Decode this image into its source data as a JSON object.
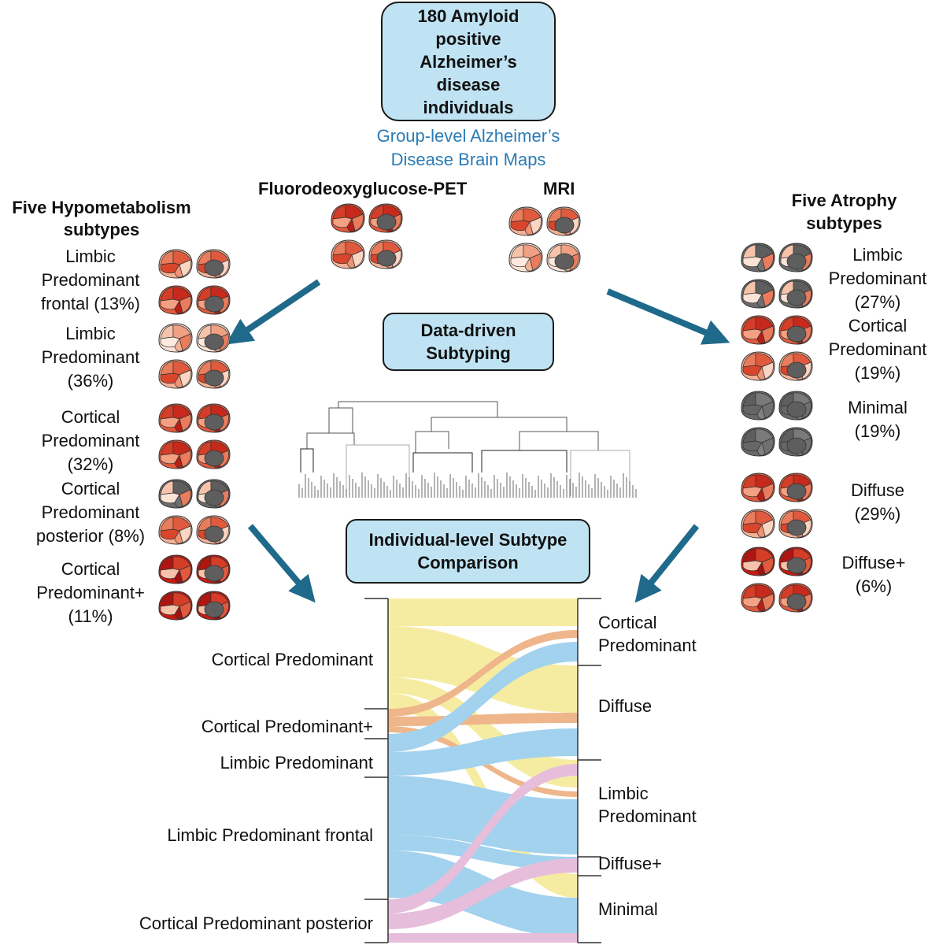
{
  "top_box": {
    "line1": "180 Amyloid",
    "line2": "positive",
    "line3": "Alzheimer’s",
    "line4": "disease",
    "line5": "individuals"
  },
  "group_maps": {
    "line1": "Group-level Alzheimer’s",
    "line2": "Disease Brain Maps"
  },
  "modalities": {
    "pet": "Fluorodeoxyglucose-PET",
    "mri": "MRI"
  },
  "left_header": {
    "line1": "Five Hypometabolism",
    "line2": "subtypes"
  },
  "right_header": {
    "line1": "Five Atrophy",
    "line2": "subtypes"
  },
  "hypo_subtypes": [
    {
      "l1": "Limbic",
      "l2": "Predominant",
      "l3": "frontal (13%)"
    },
    {
      "l1": "Limbic",
      "l2": "Predominant",
      "l3": "(36%)"
    },
    {
      "l1": "Cortical",
      "l2": "Predominant",
      "l3": "(32%)"
    },
    {
      "l1": "Cortical",
      "l2": "Predominant",
      "l3": "posterior (8%)"
    },
    {
      "l1": "Cortical",
      "l2": "Predominant+",
      "l3": "(11%)"
    }
  ],
  "atrophy_subtypes": [
    {
      "l1": "Limbic",
      "l2": "Predominant",
      "l3": "(27%)"
    },
    {
      "l1": "Cortical",
      "l2": "Predominant",
      "l3": "(19%)"
    },
    {
      "l1": "Minimal",
      "l2": "(19%)",
      "l3": ""
    },
    {
      "l1": "Diffuse",
      "l2": "(29%)",
      "l3": ""
    },
    {
      "l1": "Diffuse+",
      "l2": "(6%)",
      "l3": ""
    }
  ],
  "subtyping_box": {
    "line1": "Data-driven",
    "line2": "Subtyping"
  },
  "comparison_box": {
    "line1": "Individual-level Subtype",
    "line2": "Comparison"
  },
  "sankey_left": [
    "Cortical Predominant",
    "Cortical Predominant+",
    "Limbic Predominant",
    "Limbic Predominant frontal",
    "Cortical Predominant posterior"
  ],
  "sankey_right": {
    "cortical_l1": "Cortical",
    "cortical_l2": "Predominant",
    "diffuse": "Diffuse",
    "limbic_l1": "Limbic",
    "limbic_l2": "Predominant",
    "diffuse_plus": "Diffuse+",
    "minimal": "Minimal"
  },
  "colors": {
    "box_fill": "#bfe3f3",
    "arrow": "#1f6a8a",
    "yellow": "#f3e57a",
    "orange": "#e8985a",
    "blue": "#7cc0e8",
    "pink": "#dca3cc",
    "gray": "#5e5e5e"
  }
}
